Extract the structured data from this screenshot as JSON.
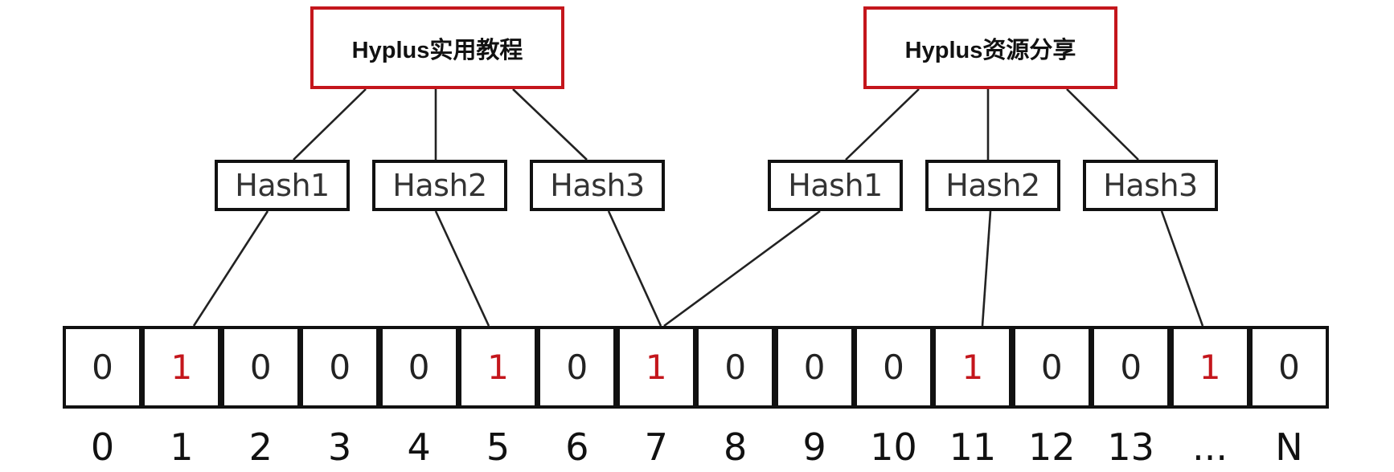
{
  "sources": [
    {
      "label": "Hyplus实用教程"
    },
    {
      "label": "Hyplus资源分享"
    }
  ],
  "hash_functions": [
    {
      "label": "Hash1"
    },
    {
      "label": "Hash2"
    },
    {
      "label": "Hash3"
    },
    {
      "label": "Hash1"
    },
    {
      "label": "Hash2"
    },
    {
      "label": "Hash3"
    }
  ],
  "bit_array": {
    "values": [
      "0",
      "1",
      "0",
      "0",
      "0",
      "1",
      "0",
      "1",
      "0",
      "0",
      "0",
      "1",
      "0",
      "0",
      "1",
      "0"
    ],
    "indices": [
      "0",
      "1",
      "2",
      "3",
      "4",
      "5",
      "6",
      "7",
      "8",
      "9",
      "10",
      "11",
      "12",
      "13",
      "...",
      "N"
    ]
  },
  "mappings": [
    {
      "source": 0,
      "hash": 0,
      "bit": 1
    },
    {
      "source": 0,
      "hash": 1,
      "bit": 5
    },
    {
      "source": 0,
      "hash": 2,
      "bit": 7
    },
    {
      "source": 1,
      "hash": 3,
      "bit": 7
    },
    {
      "source": 1,
      "hash": 4,
      "bit": 11
    },
    {
      "source": 1,
      "hash": 5,
      "bit": 14
    }
  ],
  "colors": {
    "accent": "#c4161c",
    "line": "#111111"
  }
}
